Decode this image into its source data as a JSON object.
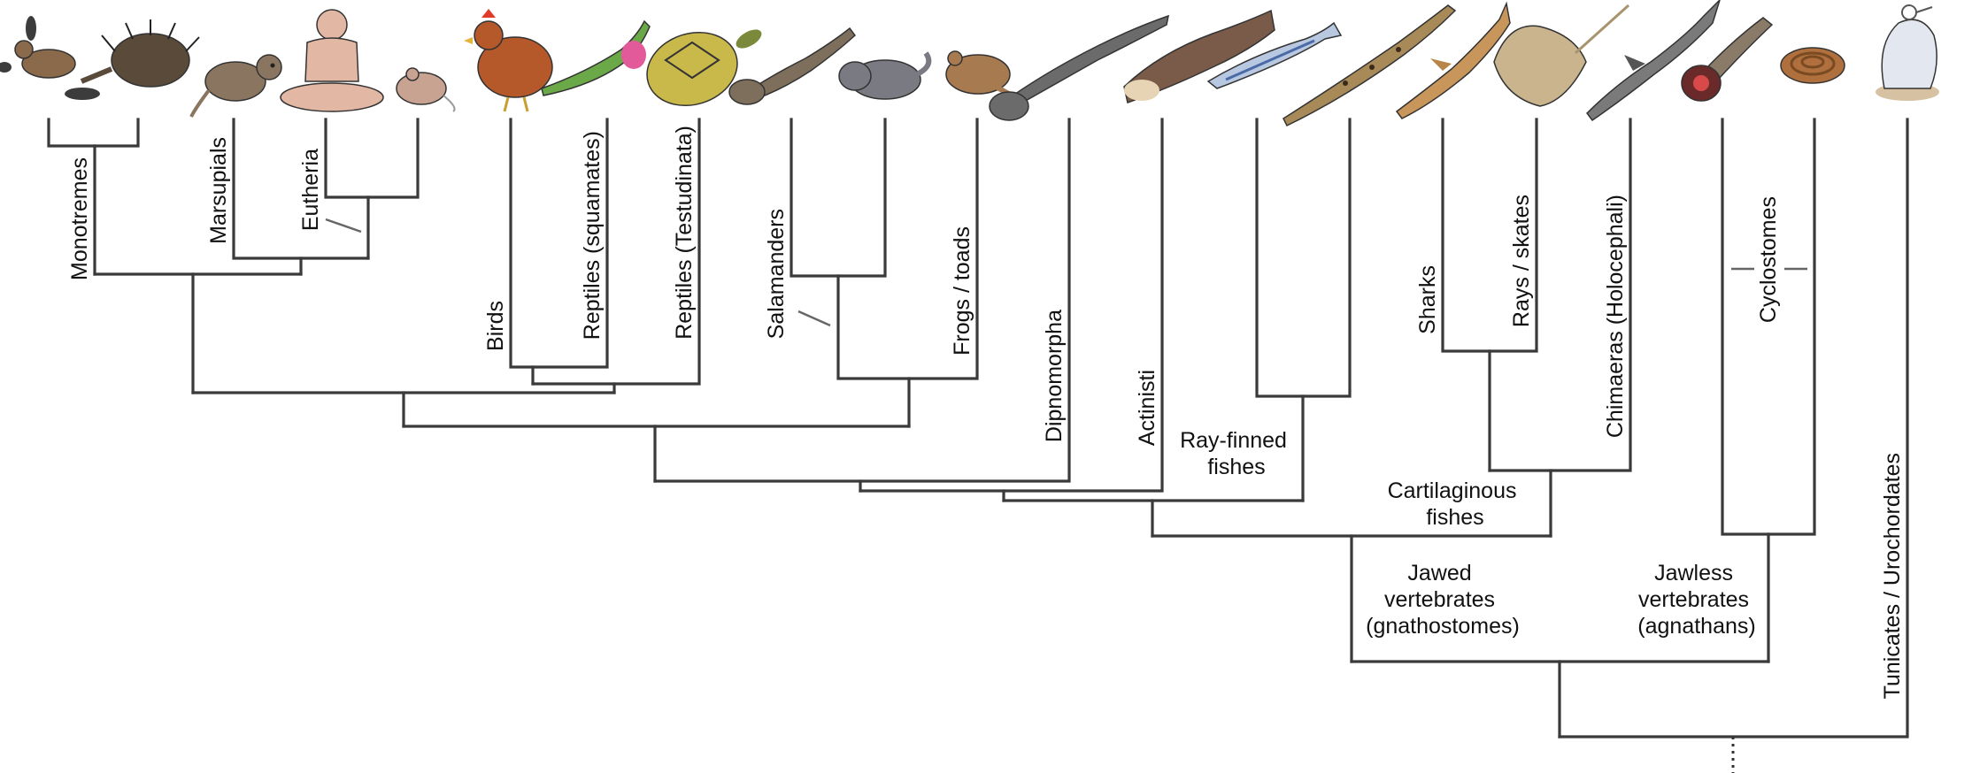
{
  "taxa": {
    "monotremes": "Monotremes",
    "marsupials": "Marsupials",
    "eutheria": "Eutheria",
    "birds": "Birds",
    "squamates": "Reptiles (squamates)",
    "testudinata": "Reptiles (Testudinata)",
    "salamanders": "Salamanders",
    "frogs": "Frogs / toads",
    "dipnomorpha": "Dipnomorpha",
    "actinisti": "Actinisti",
    "sharks": "Sharks",
    "rays": "Rays / skates",
    "chimaeras": "Chimaeras (Holocephali)",
    "cyclostomes": "Cyclostomes",
    "tunicates": "Tunicates / Urochordates"
  },
  "clades": {
    "ray_finned": [
      "Ray-finned",
      "fishes"
    ],
    "cartilaginous": [
      "Cartilaginous",
      "fishes"
    ],
    "jawed": [
      "Jawed",
      "vertebrates",
      "(gnathostomes)"
    ],
    "jawless": [
      "Jawless",
      "vertebrates",
      "(agnathans)"
    ]
  },
  "animals": [
    {
      "name": "platypus-icon",
      "color": "#8a6a4a"
    },
    {
      "name": "echidna-icon",
      "color": "#5a4a3a"
    },
    {
      "name": "opossum-icon",
      "color": "#8a7560"
    },
    {
      "name": "human-icon",
      "color": "#e2b8a4"
    },
    {
      "name": "mouse-icon",
      "color": "#c9a392"
    },
    {
      "name": "chicken-icon",
      "color": "#b5582a"
    },
    {
      "name": "anole-lizard-icon",
      "color": "#6aa848"
    },
    {
      "name": "turtle-icon",
      "color": "#c9b84a"
    },
    {
      "name": "salamander-icon",
      "color": "#7d6f5c"
    },
    {
      "name": "axolotl-icon",
      "color": "#7a7a82"
    },
    {
      "name": "frog-icon",
      "color": "#a87a50"
    },
    {
      "name": "lungfish-icon",
      "color": "#6b6b6b"
    },
    {
      "name": "coelacanth-icon",
      "color": "#7a5a48"
    },
    {
      "name": "zebrafish-icon",
      "color": "#b8c8e0"
    },
    {
      "name": "gar-icon",
      "color": "#a88a58"
    },
    {
      "name": "shark-icon",
      "color": "#c8955a"
    },
    {
      "name": "skate-icon",
      "color": "#c9b48e"
    },
    {
      "name": "chimaera-icon",
      "color": "#7a7a7a"
    },
    {
      "name": "lamprey-icon",
      "color": "#8a7a68"
    },
    {
      "name": "hagfish-icon",
      "color": "#b0703e"
    },
    {
      "name": "tunicate-icon",
      "color": "#e3e8f0"
    }
  ]
}
